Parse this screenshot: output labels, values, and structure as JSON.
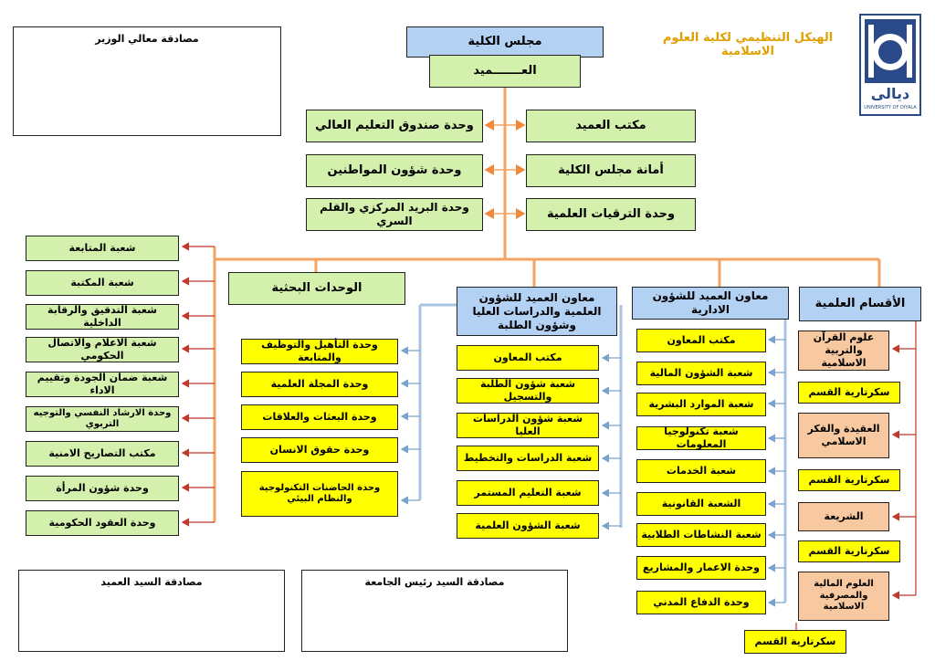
{
  "header": {
    "title": "الهيكل التنظيمي لكلية العلوم الاسلامية",
    "logo_text": "ديالى",
    "logo_subtext": "UNIVERSITY OF DIYALA"
  },
  "top": {
    "council": "مجلس الكلية",
    "dean": "العـــــــميد"
  },
  "dean_units": {
    "right": [
      "مكتب العميد",
      "أمانة مجلس الكلية",
      "وحدة الترقيات العلمية"
    ],
    "left": [
      "وحدة صندوق التعليم العالي",
      "وحدة شؤون المواطنين",
      "وحدة البريد المركزي والقلم السري"
    ]
  },
  "left_sections": [
    "شعبة المتابعة",
    "شعبة المكتبة",
    "شعبة التدقيق والرقابة الداخلية",
    "شعبة الاعلام والاتصال الحكومي",
    "شعبة ضمان الجودة وتقييم الاداء",
    "وحدة الارشاد النفسي والتوجيه التربوي",
    "مكتب التصاريح الامنية",
    "وحدة شؤون المرأة",
    "وحدة العقود الحكومية"
  ],
  "research": {
    "title": "الوحدات البحثية",
    "items": [
      "وحدة التأهيل والتوظيف والمتابعة",
      "وحدة المجلة العلمية",
      "وحدة البعثات والعلاقات",
      "وحدة حقوق الانسان",
      "وحدة الحاضنات التكنولوجية والنظام البيئي"
    ]
  },
  "scientific_assistant": {
    "title": "معاون العميد للشؤون العلمية والدراسات العليا وشؤون الطلبة",
    "items": [
      "مكتب المعاون",
      "شعبة شؤون الطلبة والتسجيل",
      "شعبة شؤون الدراسات العليا",
      "شعبة الدراسات والتخطيط",
      "شعبة التعليم المستمر",
      "شعبة الشؤون العلمية"
    ]
  },
  "admin_assistant": {
    "title": "معاون العميد للشؤون الادارية",
    "items": [
      "مكتب المعاون",
      "شعبة الشؤون المالية",
      "شعبة الموارد البشرية",
      "شعبة تكنولوجيا المعلومات",
      "شعبة الخدمات",
      "الشعبة القانونية",
      "شعبة النشاطات الطلابية",
      "وحدة الاعمار والمشاريع",
      "وحدة الدفاع المدني"
    ]
  },
  "departments": {
    "title": "الأقسام العلمية",
    "items": [
      "علوم القرآن والتربية الاسلامية",
      "العقيدة والفكر الاسلامي",
      "الشريعة",
      "العلوم المالية والمصرفية الاسلامية"
    ],
    "secretary": "سكرتارية القسم"
  },
  "signatures": {
    "minister": "مصادقة معالي الوزير",
    "dean": "مصادقة السيد العميد",
    "president": "مصادقة السيد رئيس الجامعة"
  },
  "colors": {
    "orange_line": "#f4a460",
    "blue_line": "#a8c4e0",
    "red_arrow": "#c0392b",
    "title": "#e0a000"
  }
}
